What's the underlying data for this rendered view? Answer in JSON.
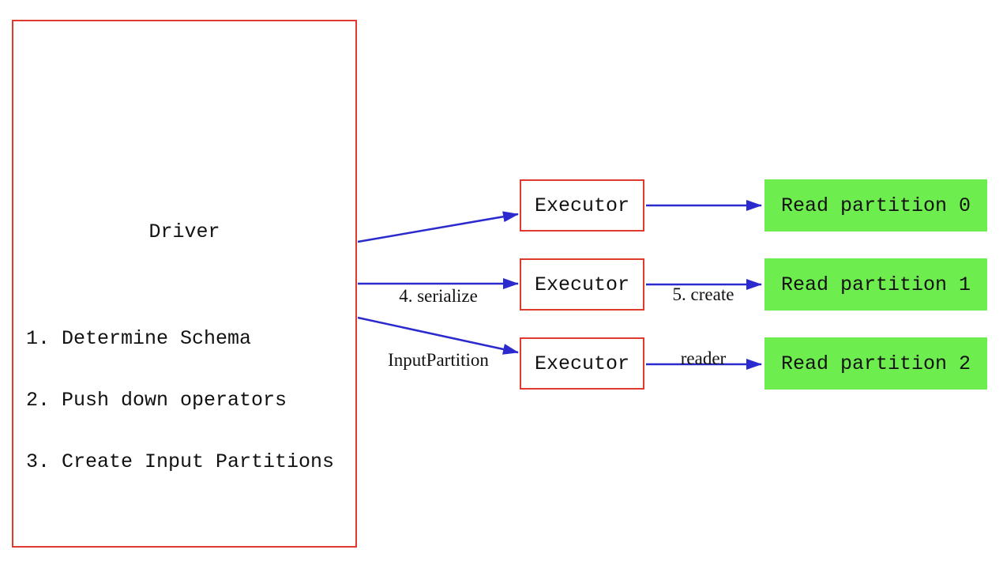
{
  "diagram": {
    "driver": {
      "title": "Driver",
      "steps": [
        "1. Determine Schema",
        "2. Push down operators",
        "3. Create Input Partitions"
      ]
    },
    "executors": [
      {
        "label": "Executor"
      },
      {
        "label": "Executor"
      },
      {
        "label": "Executor"
      }
    ],
    "read_partitions": [
      {
        "label": "Read partition 0"
      },
      {
        "label": "Read partition 1"
      },
      {
        "label": "Read partition 2"
      }
    ],
    "edge_labels": {
      "serialize_line1": "4. serialize",
      "serialize_line2": "InputPartition",
      "create_line1": "5. create",
      "create_line2": "reader"
    },
    "colors": {
      "box_border_red": "#e0392e",
      "arrow_blue": "#2a2ace",
      "partition_green": "#6dee4e",
      "text_black": "#111111",
      "background": "#ffffff"
    }
  }
}
